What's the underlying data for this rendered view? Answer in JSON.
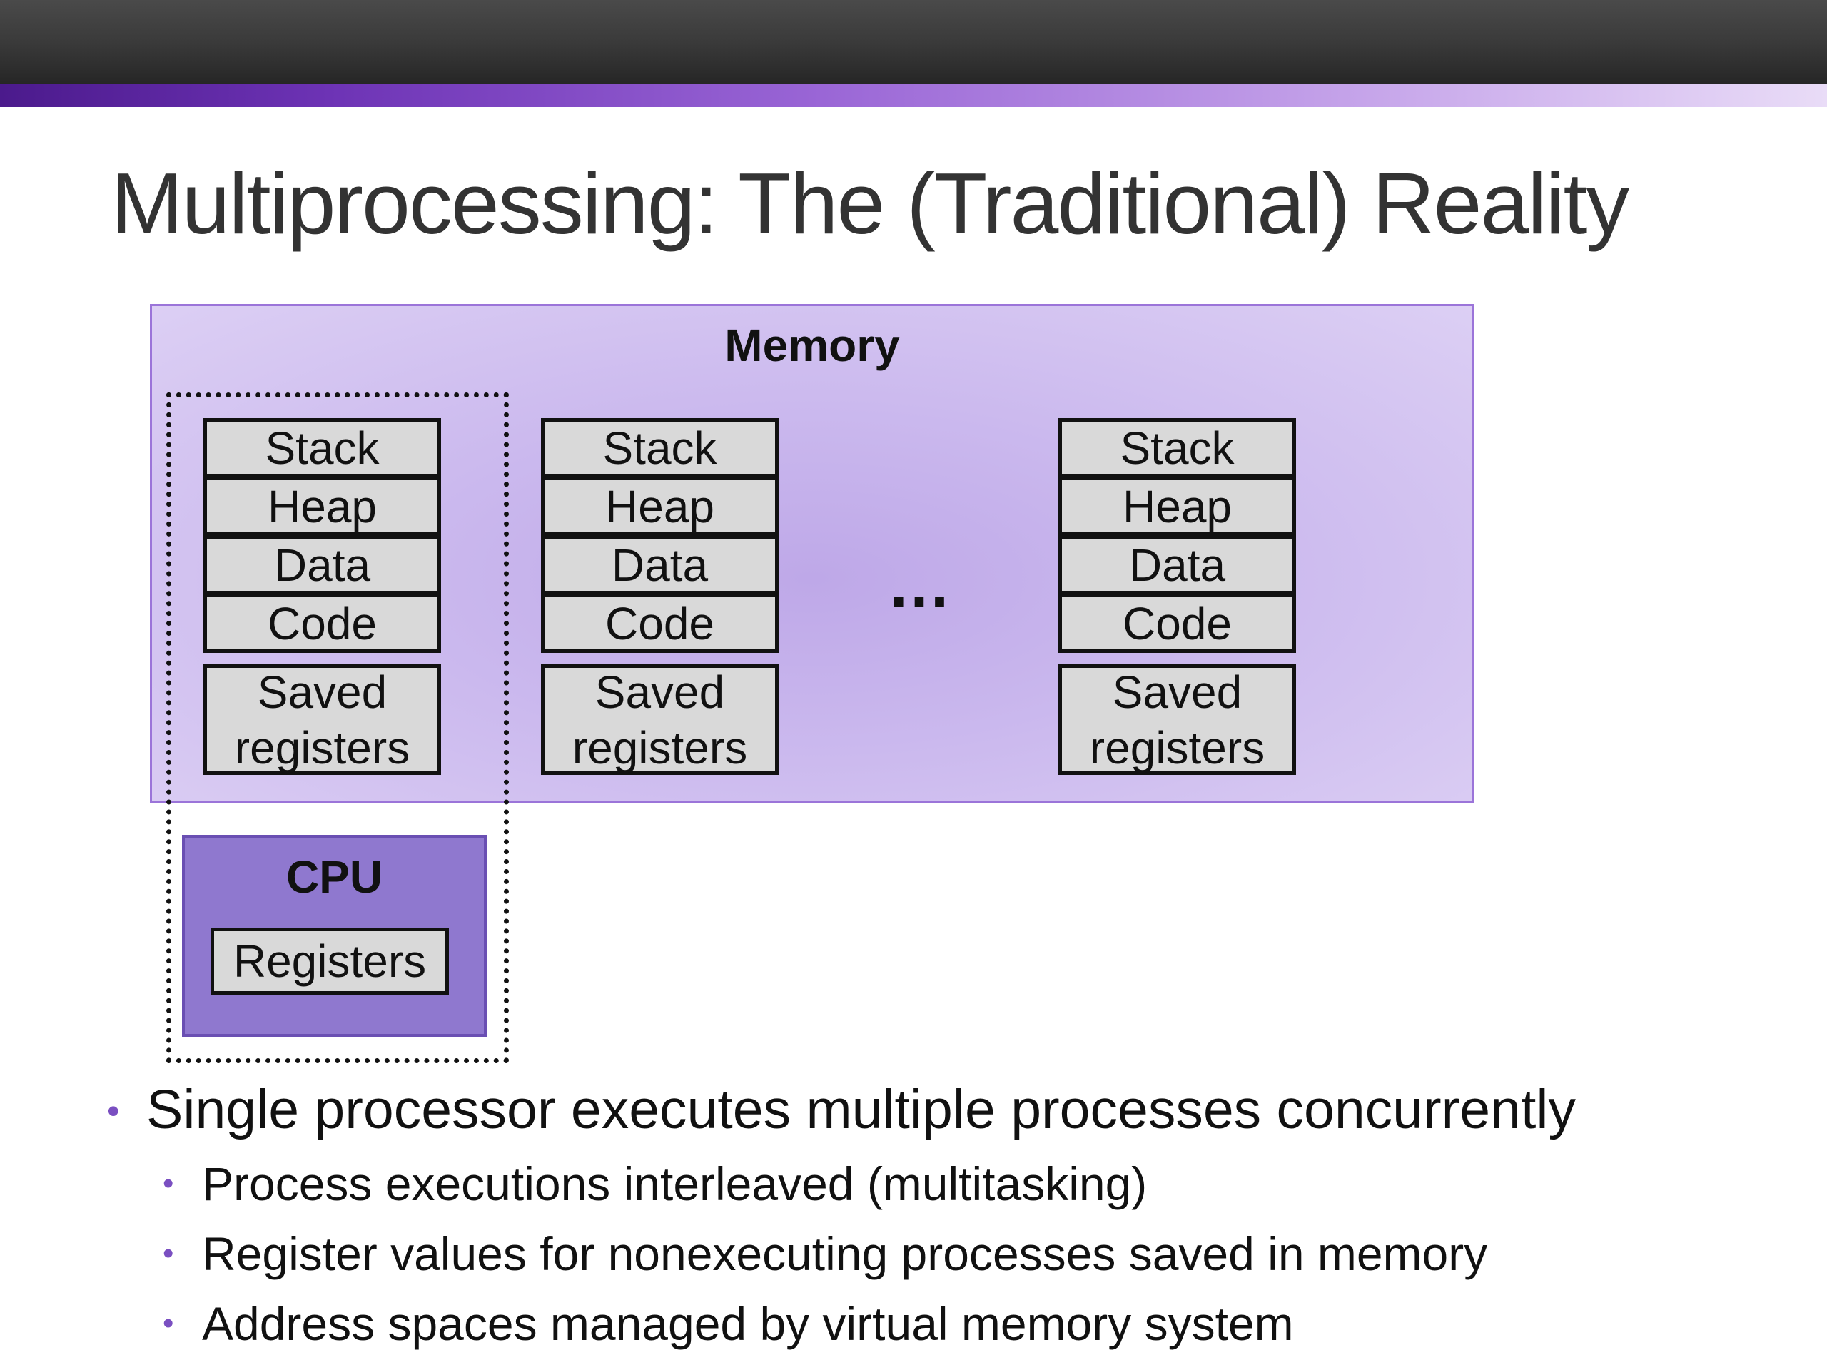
{
  "slide": {
    "title": "Multiprocessing: The (Traditional) Reality"
  },
  "memory": {
    "label": "Memory",
    "ellipsis": "…",
    "processes": [
      {
        "segments": [
          "Stack",
          "Heap",
          "Data",
          "Code"
        ],
        "saved": [
          "Saved",
          "registers"
        ]
      },
      {
        "segments": [
          "Stack",
          "Heap",
          "Data",
          "Code"
        ],
        "saved": [
          "Saved",
          "registers"
        ]
      },
      {
        "segments": [
          "Stack",
          "Heap",
          "Data",
          "Code"
        ],
        "saved": [
          "Saved",
          "registers"
        ]
      }
    ]
  },
  "cpu": {
    "label": "CPU",
    "registers": "Registers"
  },
  "bullets": {
    "main": "Single processor executes multiple processes concurrently",
    "subs": [
      "Process executions interleaved (multitasking)",
      "Register values for nonexecuting processes saved in memory",
      "Address spaces managed by virtual memory system"
    ],
    "marker": "•"
  },
  "colors": {
    "accent": "#7a4fc1",
    "memory_fill": "#cbb9ee",
    "cpu_fill": "#8f78cf",
    "segment_fill": "#d9d9d9"
  }
}
